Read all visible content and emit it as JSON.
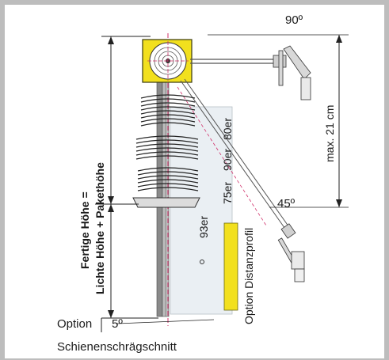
{
  "labels": {
    "angle_top": "90º",
    "angle_mid": "45º",
    "angle_bottom": "5º",
    "max_height": "max. 21 cm",
    "size_80": "80er",
    "size_90": "90er",
    "size_75": "75er",
    "size_93": "93er",
    "profile": "Option Distanzprofil",
    "option": "Option",
    "rail_cut": "Schienenschrägschnitt",
    "height_line1": "Fertige Höhe =",
    "height_line2": "Lichte Höhe + Pakethöhe"
  },
  "colors": {
    "yellow": "#f2e01e",
    "rail": "#7a7a7a",
    "dim": "#222222",
    "dash": "#d0306a",
    "panel": "#e9eef2"
  }
}
